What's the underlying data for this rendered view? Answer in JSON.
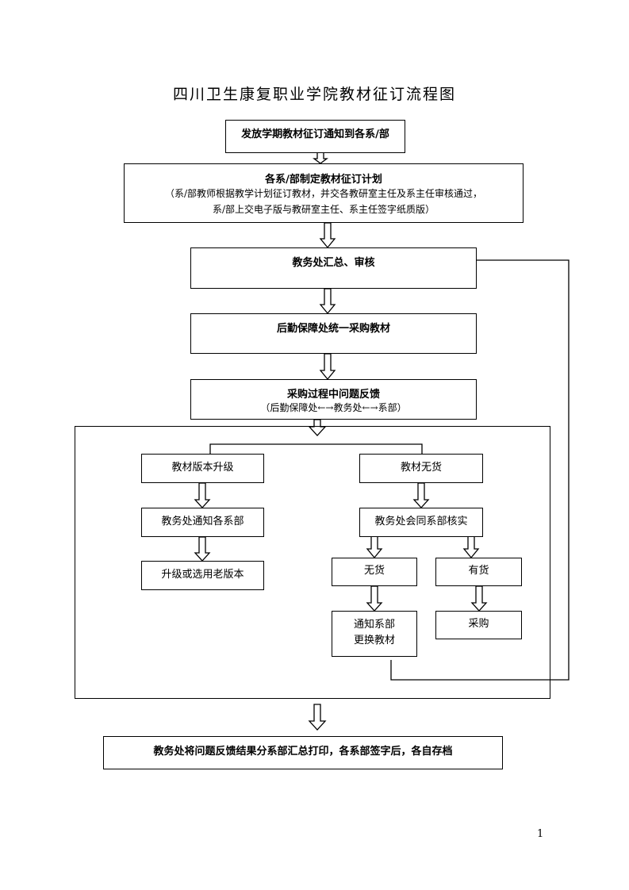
{
  "title": "四川卫生康复职业学院教材征订流程图",
  "steps": {
    "s1": "发放学期教材征订通知到各系/部",
    "s2_title": "各系/部制定教材征订计划",
    "s2_note1": "（系/部教师根据教学计划征订教材，并交各教研室主任及系主任审核通过，",
    "s2_note2": "系/部上交电子版与教研室主任、系主任签字纸质版）",
    "s3": "教务处汇总、审核",
    "s4": "后勤保障处统一采购教材",
    "s5_title": "采购过程中问题反馈",
    "s5_note": "（后勤保障处←→教务处←→系部）",
    "final": "教务处将问题反馈结果分系部汇总打印，各系部签字后，各自存档"
  },
  "left_branch": {
    "b1": "教材版本升级",
    "b2": "教务处通知各系部",
    "b3": "升级或选用老版本"
  },
  "right_branch": {
    "b1": "教材无货",
    "b2": "教务处会同系部核实",
    "no_stock": "无货",
    "in_stock": "有货",
    "notify_line1": "通知系部",
    "notify_line2": "更换教材",
    "purchase": "采购"
  },
  "page_number": "1"
}
